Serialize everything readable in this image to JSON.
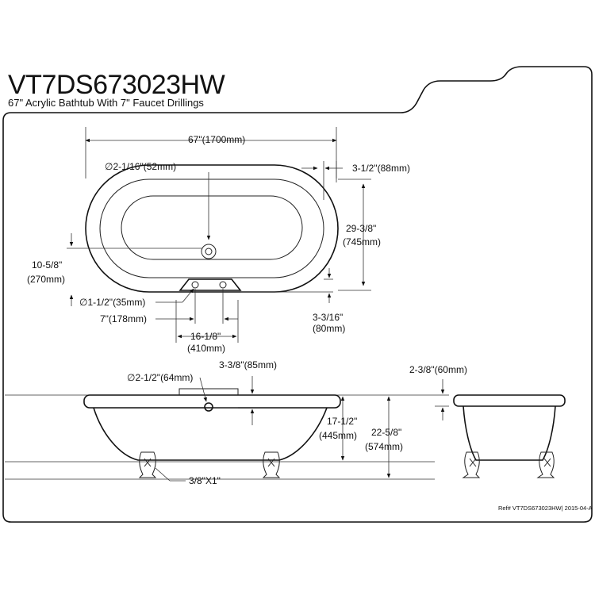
{
  "header": {
    "model": "VT7DS673023HW",
    "subtitle": "67\" Acrylic Bathtub With 7\" Faucet Drillings"
  },
  "top_view": {
    "overall_length": "67\"(1700mm)",
    "drain_diameter": "∅2-1/16\"(52mm)",
    "rim_width": "3-1/2\"(88mm)",
    "overall_width_in": "29-3/8\"",
    "overall_width_mm": "(745mm)",
    "drain_offset_in": "10-5/8\"",
    "drain_offset_mm": "(270mm)",
    "faucet_hole_diameter": "∅1-1/2\"(35mm)",
    "faucet_spacing": "7\"(178mm)",
    "faucet_setback_in": "3-3/16\"",
    "faucet_setback_mm": "(80mm)",
    "faucet_position_in": "16-1/8\"",
    "faucet_position_mm": "(410mm)"
  },
  "side_view": {
    "overflow_diameter": "∅2-1/2\"(64mm)",
    "overflow_drop": "3-3/8\"(85mm)",
    "interior_depth_in": "17-1/2\"",
    "interior_depth_mm": "(445mm)",
    "overall_height_in": "22-5/8\"",
    "overall_height_mm": "(574mm)",
    "foot_bolt": "3/8\"X1\""
  },
  "end_view": {
    "rim_height": "2-3/8\"(60mm)"
  },
  "footer": {
    "reference": "Ref# VT7DS673023HW| 2015-04-A"
  }
}
